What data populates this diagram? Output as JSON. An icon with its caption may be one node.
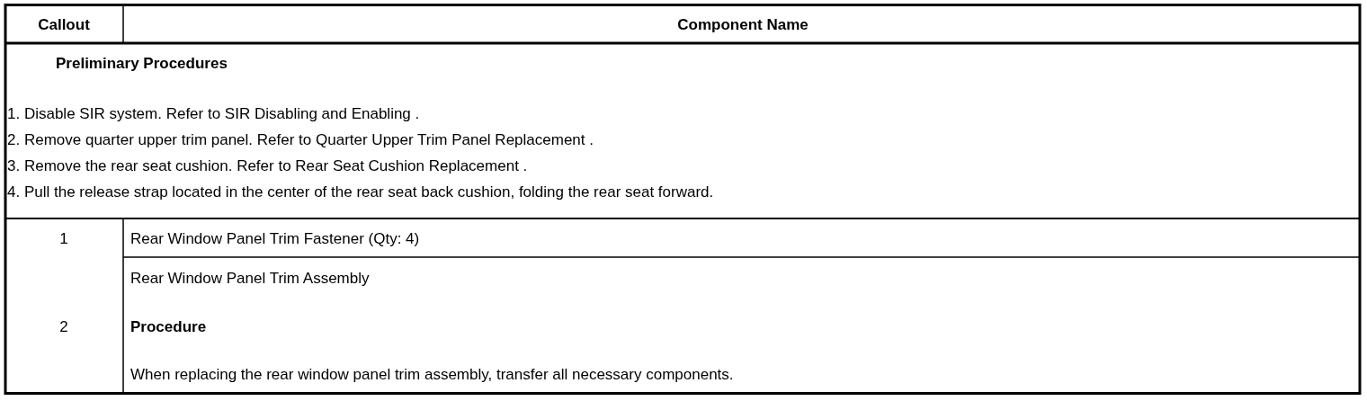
{
  "diagram": {
    "labels": [
      "Callout",
      "Component Name",
      "Preliminary Procedures",
      "1. Disable SIR system. Refer to SIR Disabling and Enabling .",
      "2. Remove quarter upper trim panel. Refer to Quarter Upper Trim Panel Replacement .",
      "3. Remove the rear seat cushion. Refer to Rear Seat Cushion Replacement .",
      "4. Pull the release strap located in the center of the rear seat back cushion, folding the rear seat forward.",
      "1",
      "Rear Window Panel Trim Fastener (Qty: 4)",
      "2",
      "Rear Window Panel Trim Assembly",
      "Procedure",
      "When replacing the rear window panel trim assembly, transfer all necessary components."
    ]
  }
}
